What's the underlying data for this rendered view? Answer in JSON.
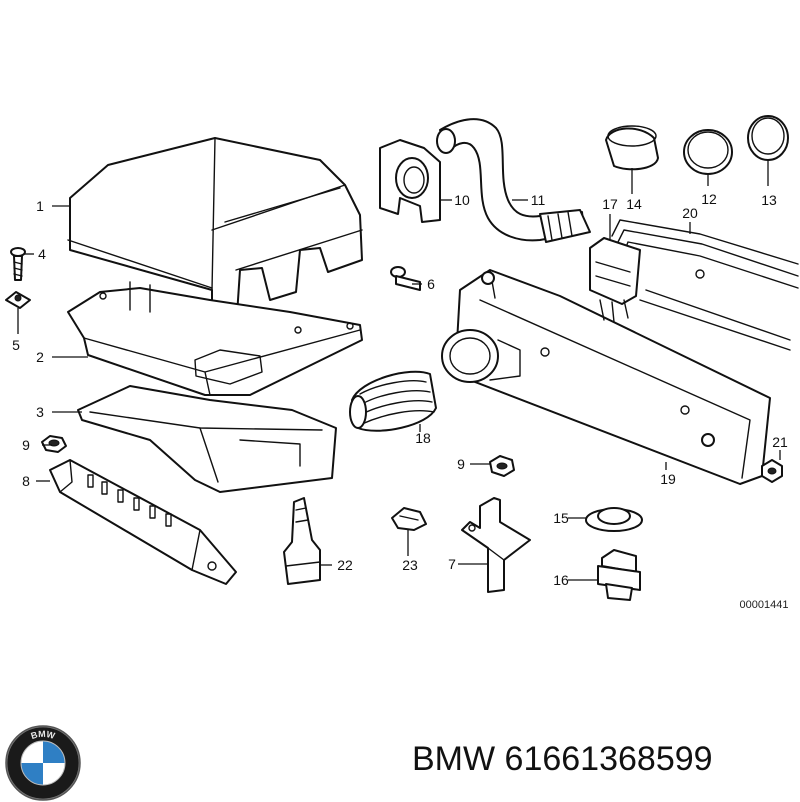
{
  "diagram": {
    "callouts": [
      "1",
      "2",
      "3",
      "4",
      "5",
      "6",
      "7",
      "8",
      "9",
      "9",
      "10",
      "11",
      "12",
      "13",
      "14",
      "15",
      "16",
      "17",
      "18",
      "19",
      "20",
      "21",
      "22",
      "23"
    ],
    "doc_number": "00001441"
  },
  "footer": {
    "logo_text": "BMW",
    "brand": "BMW",
    "part_number": "61661368599"
  }
}
